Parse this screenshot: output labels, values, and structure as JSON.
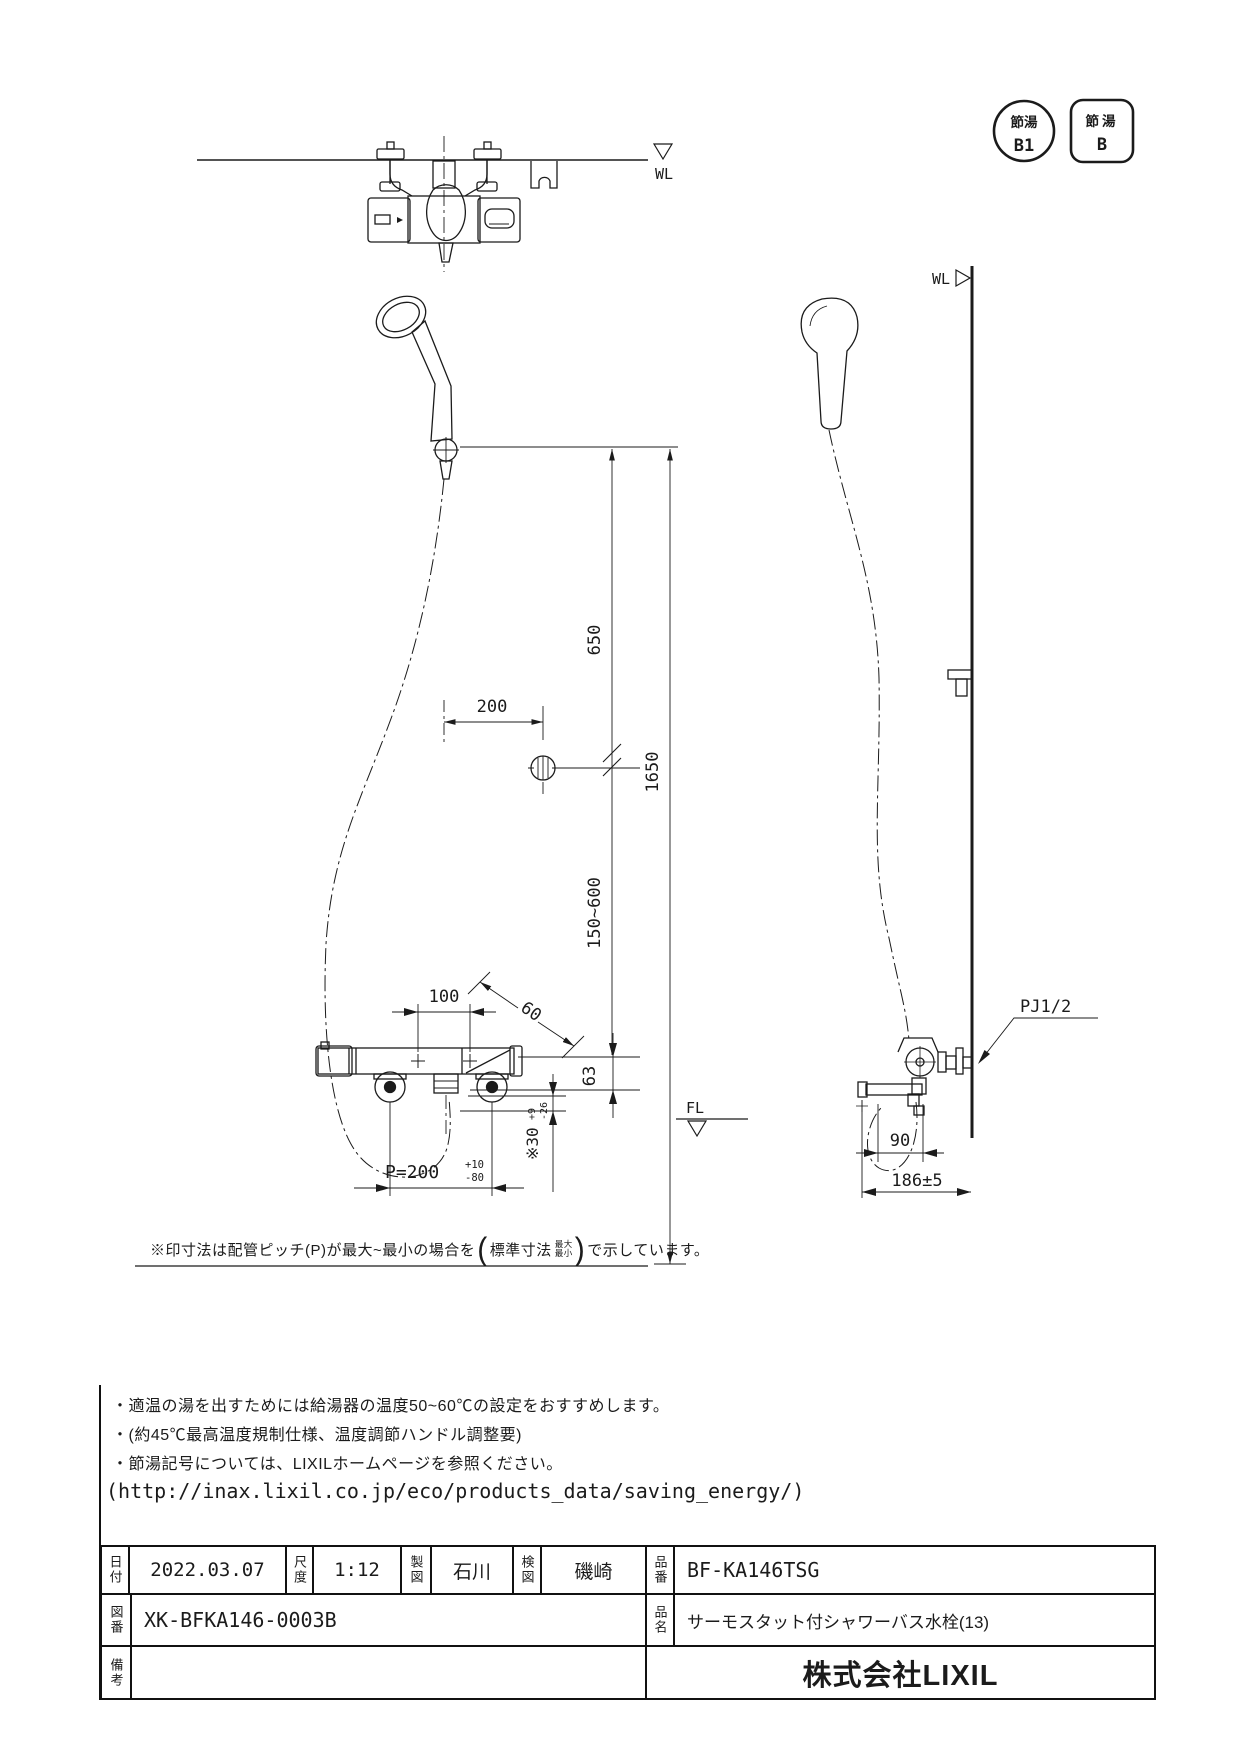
{
  "badges": {
    "b1": {
      "line1": "節湯",
      "line2": "B1"
    },
    "b": {
      "line1": "節湯",
      "line2": "B"
    }
  },
  "markers": {
    "wl_plan": "WL",
    "wl_side": "WL",
    "fl": "FL",
    "pj": "PJ1/2"
  },
  "dimensions": {
    "front": {
      "d650": "650",
      "d150_600": "150~600",
      "d1650": "1650",
      "d200": "200",
      "d100": "100",
      "d60": "60",
      "d63": "63",
      "pitch": {
        "main": "P=200",
        "tol_plus": "+10",
        "tol_minus": "-80"
      },
      "d30": {
        "main": "※30",
        "tol_plus": "+9",
        "tol_minus": "-26"
      }
    },
    "side": {
      "d90": "90",
      "d186": "186±5"
    }
  },
  "dim_note": {
    "prefix": "※印寸法は配管ピッチ(P)が最大~最小の場合を",
    "paren_open": "(",
    "inside": "標準寸法",
    "stack_top": "最大",
    "stack_bottom": "最小",
    "paren_close": ")",
    "suffix": "で示しています。"
  },
  "notes": [
    "・適温の湯を出すためには給湯器の温度50~60℃の設定をおすすめします。",
    "・(約45℃最高温度規制仕様、温度調節ハンドル調整要)",
    "・節湯記号については、LIXILホームページを参照ください。",
    "(http://inax.lixil.co.jp/eco/products_data/saving_energy/)"
  ],
  "title_block": {
    "date_label": "日付",
    "date": "2022.03.07",
    "scale_label": "尺度",
    "scale": "1:12",
    "draft_label": "製図",
    "draft": "石川",
    "check_label": "検図",
    "check": "磯崎",
    "part_no_label": "品番",
    "part_no": "BF-KA146TSG",
    "dwg_no_label": "図番",
    "dwg_no": "XK-BFKA146-0003B",
    "name_label": "品名",
    "name": "サーモスタット付シャワーバス水栓(13)",
    "remarks_label": "備考",
    "remarks": "",
    "company": "株式会社LIXIL"
  },
  "colors": {
    "line": "#1b1b1b",
    "background": "#ffffff"
  }
}
